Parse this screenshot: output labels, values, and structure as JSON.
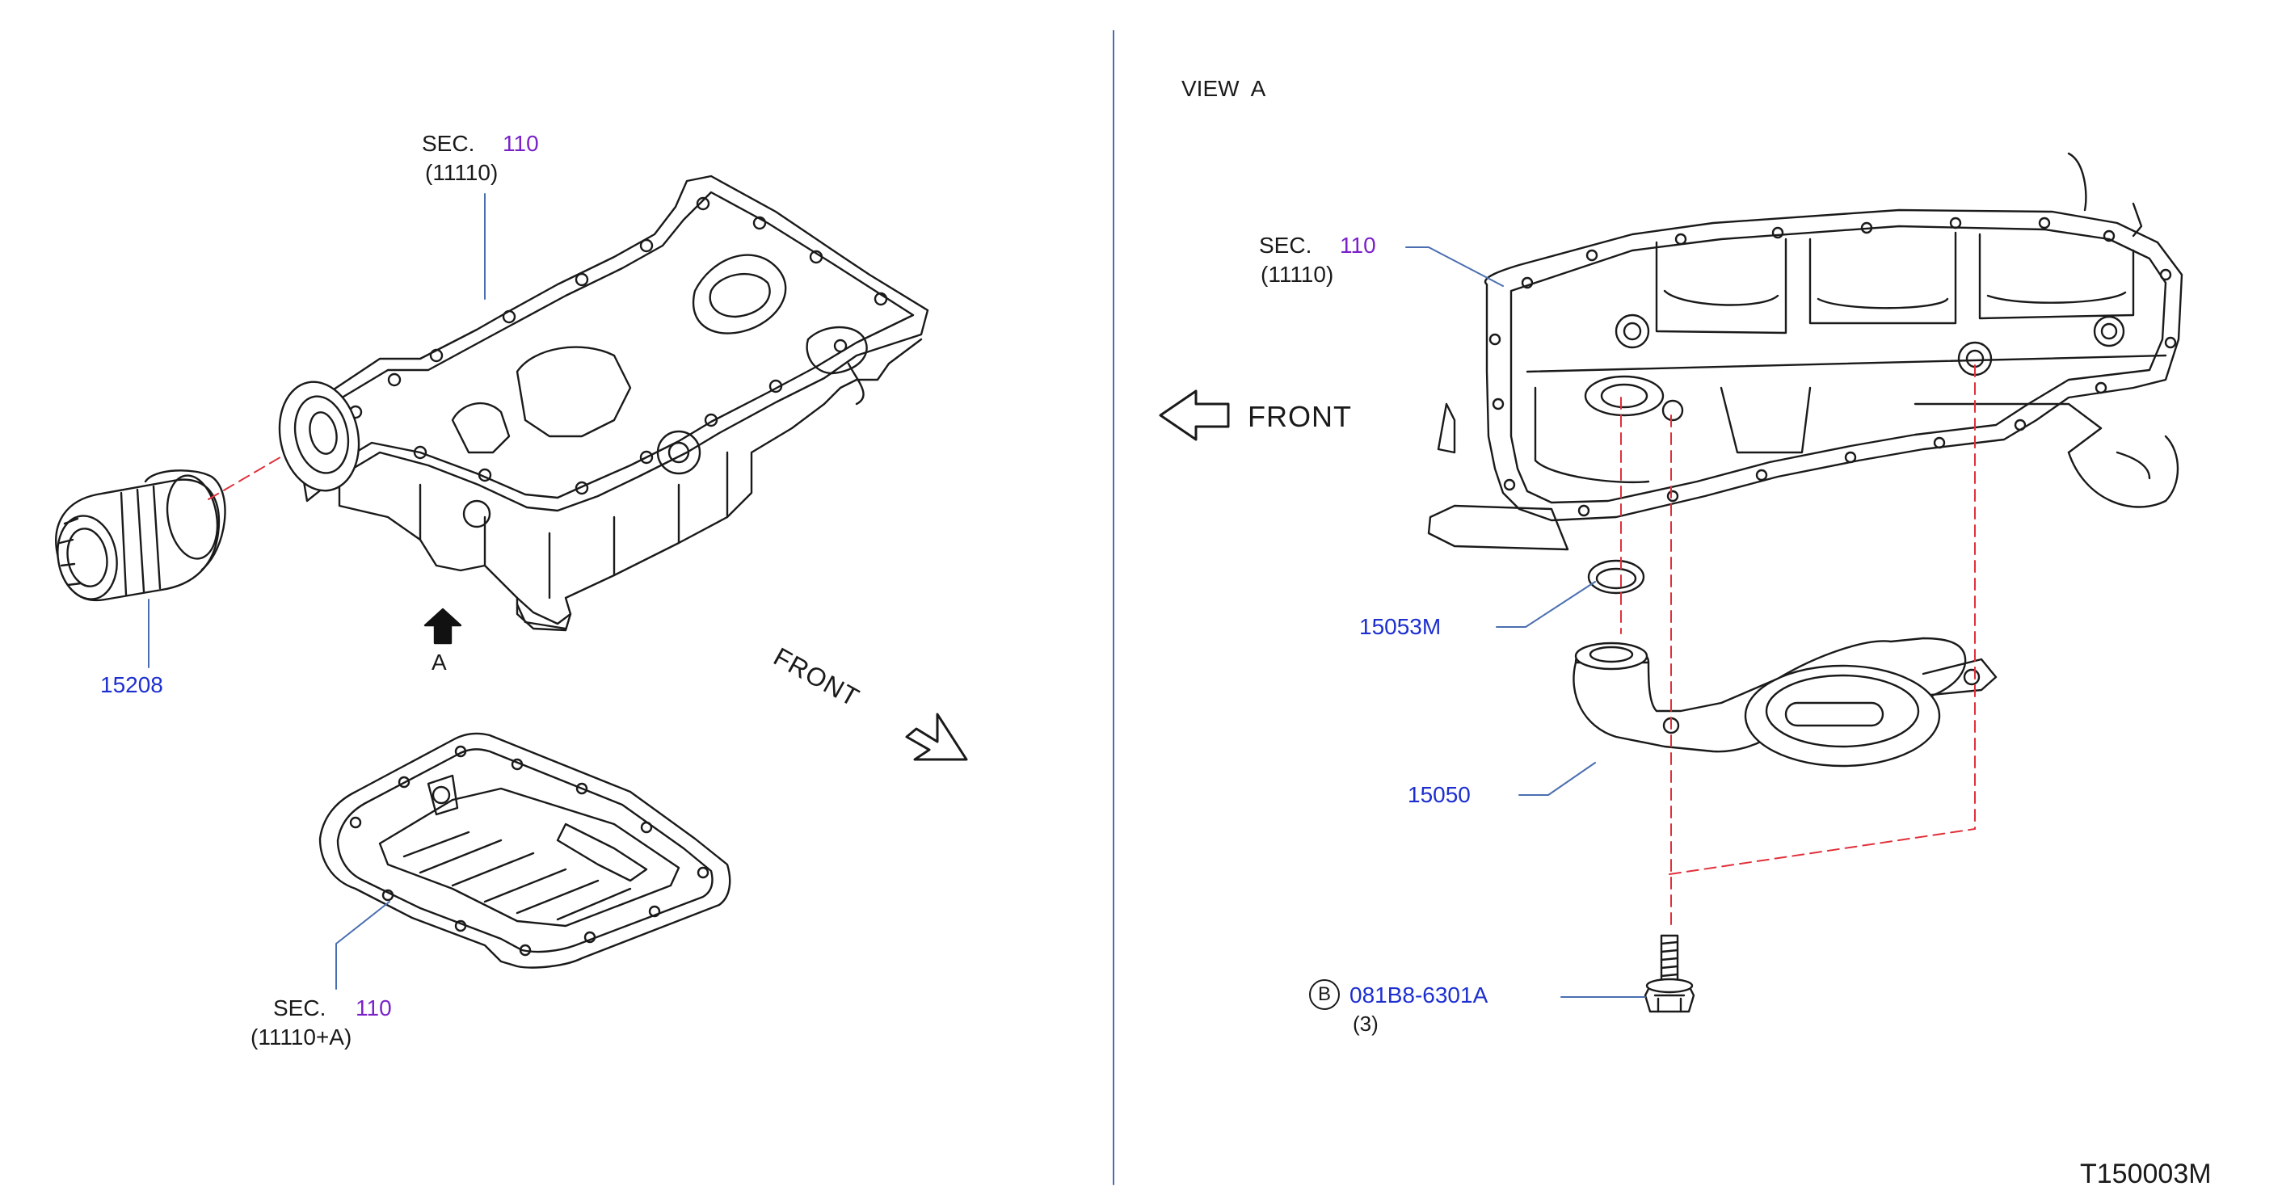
{
  "diagram": {
    "view_label": "VIEW  A",
    "view_arrow_letter": "A",
    "front_label_1": "FRONT",
    "front_label_2": "FRONT",
    "drawing_code": "T150003M",
    "colors": {
      "line": "#1a1a1a",
      "leader": "#4a6fb0",
      "hidden_line": "#e0303a",
      "part_no": "#1d2fd0",
      "section_no": "#7a22c9"
    }
  },
  "callouts": {
    "oil_pan_upper_left": {
      "sec_text": "SEC.",
      "sec_number": "110",
      "part_ref": "(11110)"
    },
    "oil_pan_lower_left": {
      "sec_text": "SEC.",
      "sec_number": "110",
      "part_ref": "(11110+A)"
    },
    "oil_pan_right": {
      "sec_text": "SEC.",
      "sec_number": "110",
      "part_ref": "(11110)"
    },
    "oil_filter": {
      "part_number": "15208"
    },
    "o_ring": {
      "part_number": "15053M"
    },
    "strainer": {
      "part_number": "15050"
    },
    "bolt": {
      "circle_letter": "B",
      "part_number": "081B8-6301A",
      "quantity": "(3)"
    }
  }
}
